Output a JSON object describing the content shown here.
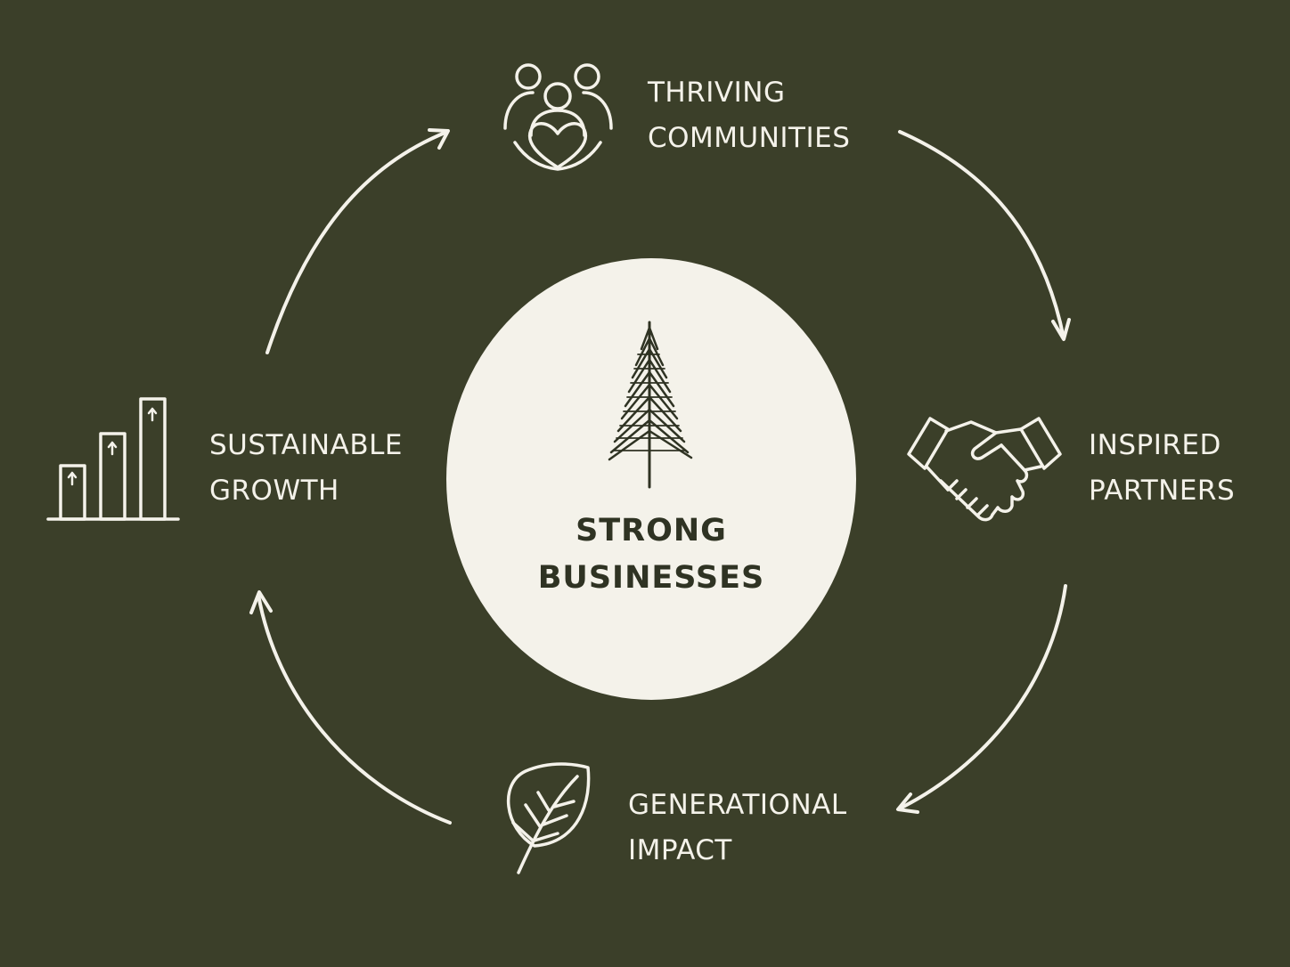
{
  "colors": {
    "background": "#3b3f29",
    "foreground": "#f4f2ea",
    "center_fill": "#f4f2ea",
    "center_text": "#2f3323"
  },
  "center": {
    "line1": "STRONG",
    "line2": "BUSINESSES",
    "icon": "pine-tree-icon"
  },
  "nodes": {
    "top": {
      "line1": "THRIVING",
      "line2": "COMMUNITIES",
      "icon": "community-people-heart-icon"
    },
    "right": {
      "line1": "INSPIRED",
      "line2": "PARTNERS",
      "icon": "handshake-icon"
    },
    "bottom": {
      "line1": "GENERATIONAL",
      "line2": "IMPACT",
      "icon": "leaf-icon"
    },
    "left": {
      "line1": "SUSTAINABLE",
      "line2": "GROWTH",
      "icon": "bar-chart-growth-icon"
    }
  }
}
